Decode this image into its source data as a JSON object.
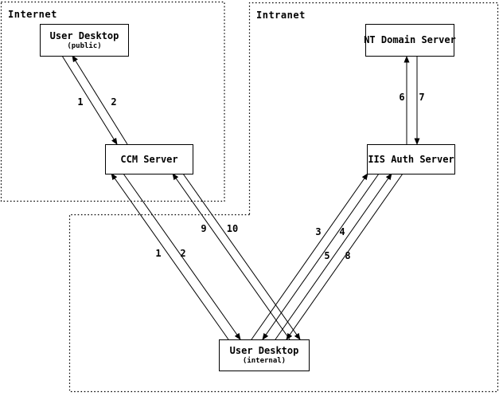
{
  "zones": {
    "internet": {
      "label": "Internet"
    },
    "intranet": {
      "label": "Intranet"
    }
  },
  "nodes": {
    "user_desktop_public": {
      "title": "User Desktop",
      "subtitle": "(public)"
    },
    "ccm_server": {
      "title": "CCM Server"
    },
    "nt_domain_server": {
      "title": "NT Domain Server"
    },
    "iis_auth_server": {
      "title": "IIS Auth Server"
    },
    "user_desktop_internal": {
      "title": "User Desktop",
      "subtitle": "(internal)"
    }
  },
  "edges": [
    {
      "label": "1",
      "from": "user-desktop-public",
      "to": "ccm-server"
    },
    {
      "label": "2",
      "from": "ccm-server",
      "to": "user-desktop-public"
    },
    {
      "label": "1",
      "from": "user-desktop-internal",
      "to": "ccm-server"
    },
    {
      "label": "2",
      "from": "ccm-server",
      "to": "user-desktop-internal"
    },
    {
      "label": "9",
      "from": "user-desktop-internal",
      "to": "ccm-server"
    },
    {
      "label": "10",
      "from": "ccm-server",
      "to": "user-desktop-internal"
    },
    {
      "label": "3",
      "from": "user-desktop-internal",
      "to": "iis-auth-server"
    },
    {
      "label": "4",
      "from": "iis-auth-server",
      "to": "user-desktop-internal"
    },
    {
      "label": "5",
      "from": "user-desktop-internal",
      "to": "iis-auth-server"
    },
    {
      "label": "8",
      "from": "iis-auth-server",
      "to": "user-desktop-internal"
    },
    {
      "label": "6",
      "from": "iis-auth-server",
      "to": "nt-domain-server"
    },
    {
      "label": "7",
      "from": "nt-domain-server",
      "to": "iis-auth-server"
    }
  ],
  "colors": {
    "line": "#000000",
    "background": "#ffffff"
  }
}
